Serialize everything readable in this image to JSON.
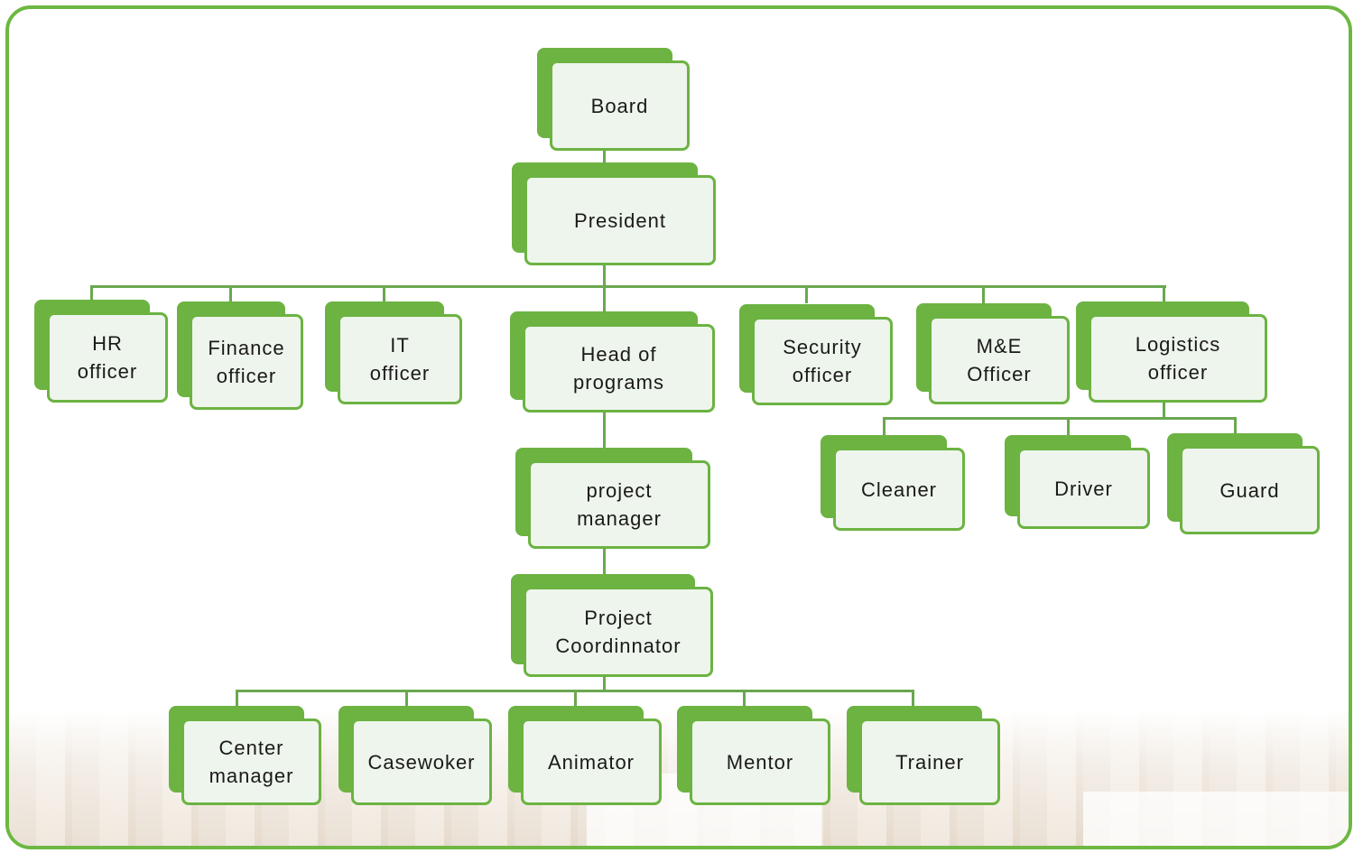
{
  "chart": {
    "accent_color": "#6cb342",
    "box_fill": "#eef5ec",
    "nodes": {
      "board": "Board",
      "president": "President",
      "hr": "HR\nofficer",
      "finance": "Finance\nofficer",
      "it": "IT\nofficer",
      "head_programs": "Head of\nprograms",
      "security": "Security\nofficer",
      "me": "M&E\nOfficer",
      "logistics": "Logistics\nofficer",
      "cleaner": "Cleaner",
      "driver": "Driver",
      "guard": "Guard",
      "project_manager": "project\nmanager",
      "project_coordinator": "Project\nCoordinnator",
      "center_manager": "Center\nmanager",
      "caseworker": "Casewoker",
      "animator": "Animator",
      "mentor": "Mentor",
      "trainer": "Trainer"
    }
  }
}
